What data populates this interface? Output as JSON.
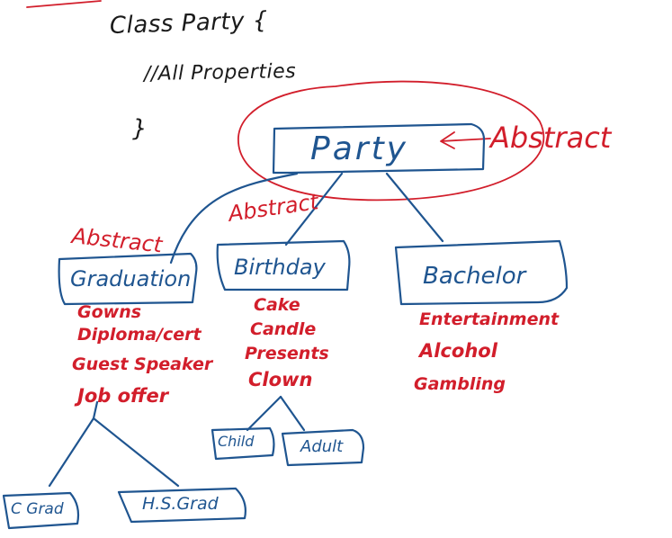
{
  "code": {
    "line1": "Class Party {",
    "line2": "//All Properties",
    "line3": "}"
  },
  "root": {
    "label": "Party",
    "annotation": "Abstract"
  },
  "nodes": {
    "graduation": {
      "label": "Graduation",
      "annotation": "Abstract",
      "attributes": [
        "Gowns",
        "Diploma/cert",
        "Guest Speaker",
        "Job offer"
      ]
    },
    "birthday": {
      "label": "Birthday",
      "annotation": "Abstract",
      "attributes": [
        "Cake",
        "Candle",
        "Presents",
        "Clown"
      ]
    },
    "bachelor": {
      "label": "Bachelor",
      "attributes": [
        "Entertainment",
        "Alcohol",
        "Gambling"
      ]
    },
    "child": {
      "label": "Child"
    },
    "adult": {
      "label": "Adult"
    },
    "college_grad": {
      "label": "C Grad"
    },
    "hs_grad": {
      "label": "H.S.Grad"
    }
  },
  "colors": {
    "blue_ink": "#1f5590",
    "red_ink": "#d21e2b",
    "black_ink": "#1a1a1a"
  }
}
